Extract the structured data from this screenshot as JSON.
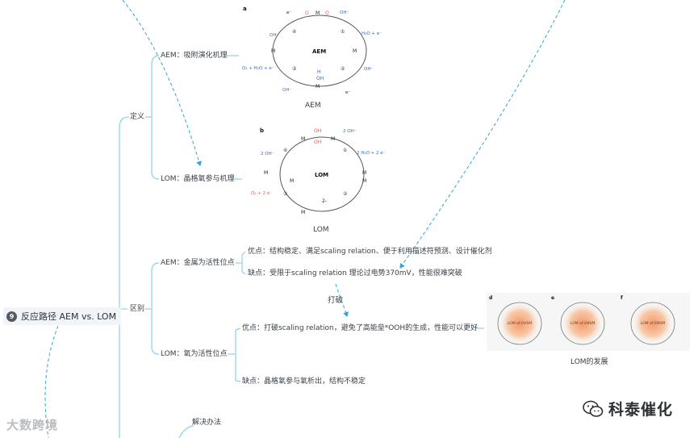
{
  "root": {
    "number": "9",
    "label": "反应路径 AEM vs. LOM"
  },
  "branches": {
    "definition": "定义",
    "difference": "区别",
    "solution": "解决办法"
  },
  "definition": {
    "aem": "AEM：吸附演化机理",
    "lom": "LOM：晶格氧参与机理"
  },
  "difference": {
    "aem": {
      "label": "AEM：金属为活性位点",
      "pro": "优点：结构稳定、满足scaling relation、便于利用描述符预测、设计催化剂",
      "con": "缺点：受限于scaling relation 理论过电势370mV，性能很难突破"
    },
    "lom": {
      "label": "LOM：氧为活性位点",
      "pro": "优点：打破scaling relation，避免了高能垒*OOH的生成，性能可以更好",
      "con": "缺点：晶格氧参与氧析出，结构不稳定"
    }
  },
  "break_label": "打破",
  "figures": {
    "aem": {
      "panel": "a",
      "center": "AEM",
      "caption": "AEM",
      "labels": [
        "e⁻",
        "OH⁻",
        "OH⁻",
        "H₂O + e⁻",
        "O₂ + H₂O + e⁻",
        "OH⁻",
        "e⁻",
        "OH⁻",
        "M",
        "M",
        "M",
        "M",
        "M",
        "O",
        "O",
        "H",
        "OH"
      ],
      "steps": [
        "①",
        "②",
        "③",
        "④"
      ]
    },
    "lom": {
      "panel": "b",
      "center": "LOM",
      "caption": "LOM",
      "labels": [
        "2 OH⁻",
        "2 OH⁻",
        "2 H₂O + 2 e⁻",
        "O₂ + 2 e⁻",
        "M",
        "M",
        "M",
        "M",
        "M",
        "M",
        "M",
        "OH",
        "OH",
        "2-"
      ],
      "steps": [
        "①",
        "②",
        "③",
        "④"
      ]
    },
    "lom_dev": {
      "caption": "LOM的发展",
      "panels": [
        {
          "letter": "d",
          "center": "LOM of OVSM"
        },
        {
          "letter": "e",
          "center": "LOM of SMSM"
        },
        {
          "letter": "f",
          "center": "LOM of SMSM"
        }
      ]
    }
  },
  "watermarks": {
    "left": "大数跨境",
    "right": "科泰催化"
  },
  "colors": {
    "branch_line": "#8fd0e6",
    "dashed_arrow": "#34a4d8",
    "text": "#3a3f45",
    "accent_red": "#e05b4b",
    "accent_blue": "#3a68c8"
  }
}
